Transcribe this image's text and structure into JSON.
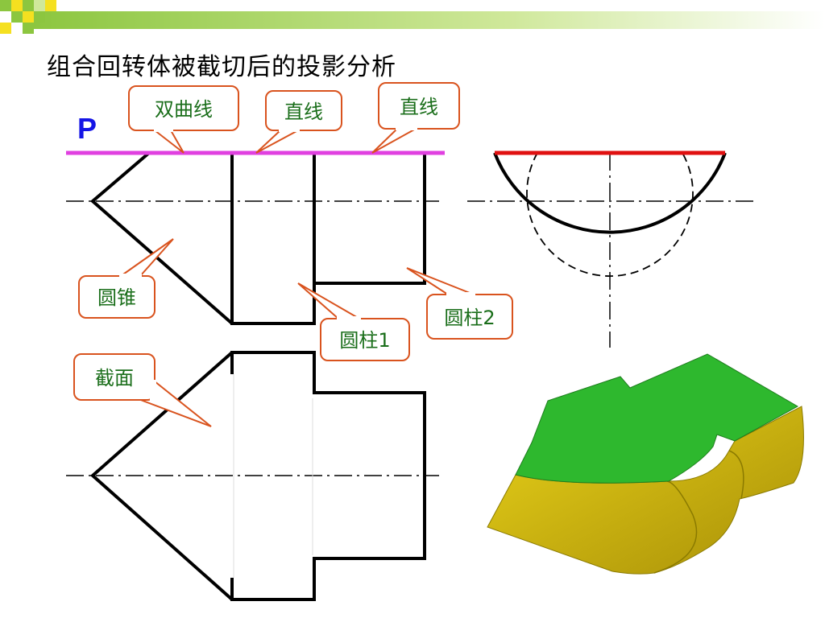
{
  "slide": {
    "title": "组合回转体被截切后的投影分析",
    "plane_label": "P"
  },
  "callouts": {
    "hyperbola": "双曲线",
    "line1": "直线",
    "line2": "直线",
    "cone": "圆锥",
    "cylinder1": "圆柱1",
    "cylinder2": "圆柱2",
    "section": "截面"
  },
  "colors": {
    "plane_trace": "#e040e0",
    "cut_edge": "#e01010",
    "callout_border": "#d9531e",
    "callout_text": "#1a6e1a",
    "section_top": "#2eb82e",
    "body_side": "#d4c010"
  },
  "icons": {
    "corner_decoration": "checker-squares-icon"
  }
}
